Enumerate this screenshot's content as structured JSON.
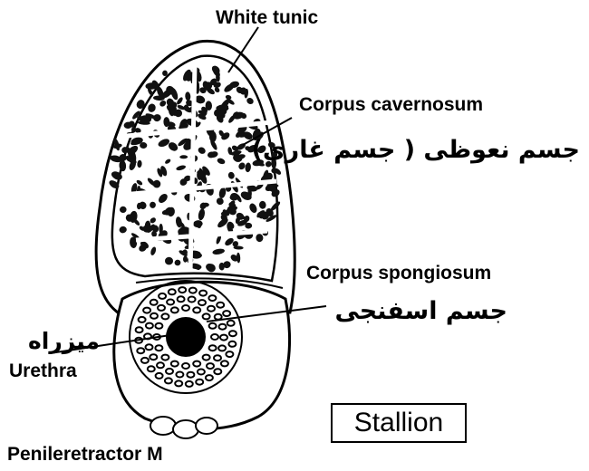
{
  "labels": {
    "white_tunic": "White tunic",
    "corpus_cavernosum": "Corpus cavernosum",
    "corpus_cavernosum_fa": "جسم نعوظی ( جسم غاری)",
    "corpus_spongiosum": "Corpus spongiosum",
    "corpus_spongiosum_fa": "جسم اسفنجی",
    "urethra_fa": "میزراه",
    "urethra": "Urethra",
    "penile_retractor": "Penileretractor M",
    "stallion": "Stallion"
  }
}
